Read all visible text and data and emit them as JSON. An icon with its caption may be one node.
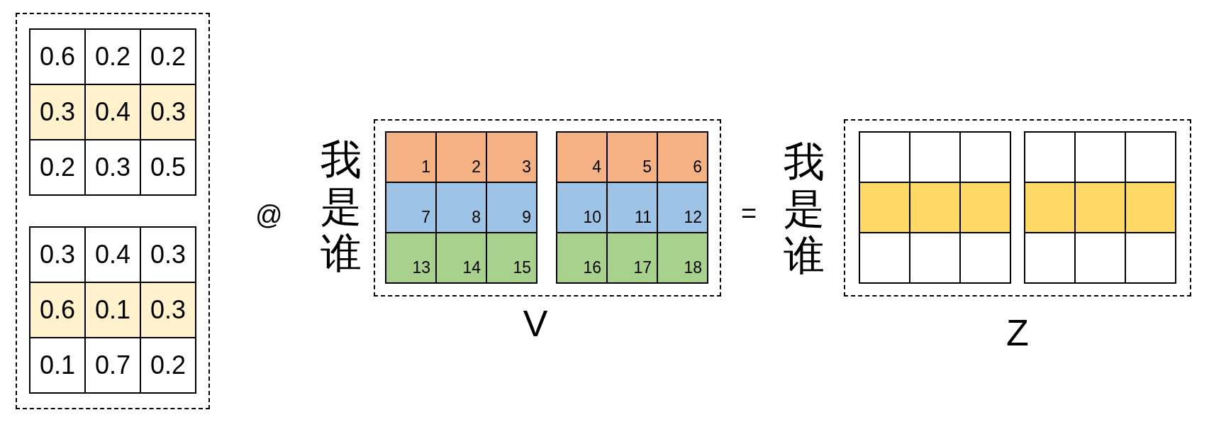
{
  "diagram": {
    "nodes": [
      {
        "text": [],
        "shape": "box"
      },
      {
        "text": [
          "V"
        ]
      },
      {
        "text": [
          "Z"
        ]
      }
    ],
    "labels": [
      "0.6",
      "0.2",
      "0.2",
      "0.3",
      "0.4",
      "0.3",
      "0.2",
      "0.3",
      "0.5",
      "0.3",
      "0.4",
      "0.3",
      "0.6",
      "0.1",
      "0.3",
      "0.1",
      "0.7",
      "0.2",
      "@",
      "我是谁",
      "1",
      "2",
      "3",
      "7",
      "8",
      "9",
      "13",
      "14",
      "15",
      "4",
      "5",
      "6",
      "10",
      "11",
      "12",
      "16",
      "17",
      "18",
      "=",
      "我是谁"
    ]
  }
}
